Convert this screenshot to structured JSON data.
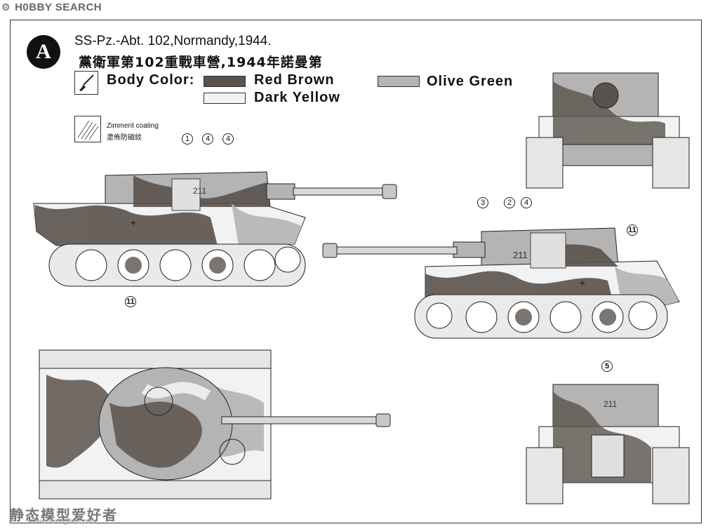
{
  "site": {
    "logo_text": "H0BBY SEARCH"
  },
  "scheme": {
    "letter": "A",
    "title_en": "SS-Pz.-Abt.  102,Normandy,1944.",
    "title_zh": "黨衛軍第102重戰車營,1944年諾曼第"
  },
  "legend": {
    "body_color_label": "Body Color:",
    "colors": [
      {
        "name": "Red Brown",
        "hex": "#5a524c"
      },
      {
        "name": "Olive Green",
        "hex": "#b4b4b4"
      },
      {
        "name": "Dark Yellow",
        "hex": "#f2f2f2"
      }
    ],
    "zimmerit_en": "Zimmerit coating",
    "zimmerit_zh": "塗佈防磁紋"
  },
  "callouts": {
    "left_side": [
      "1",
      "4",
      "4",
      "11"
    ],
    "right_side": [
      "3",
      "2",
      "4",
      "11"
    ],
    "rear": [
      "5"
    ]
  },
  "turret_number": "211",
  "watermark": {
    "text": "静态模型爱好者",
    "url": "www.moxingfans.com"
  },
  "colors": {
    "camo_dark": "#5a524c",
    "camo_mid": "#b4b4b4",
    "camo_light": "#f2f2f2",
    "line": "#222222"
  }
}
